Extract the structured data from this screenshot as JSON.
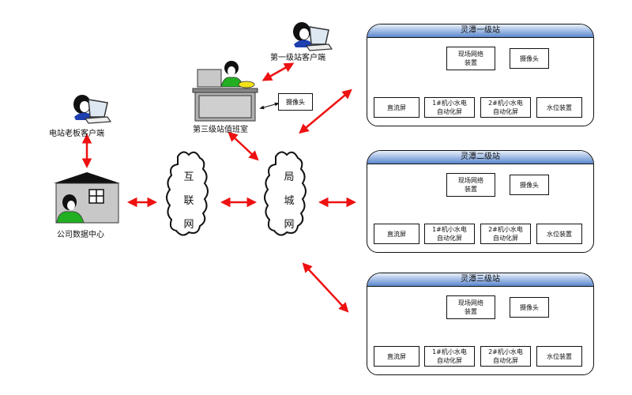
{
  "nodes": {
    "boss_client": "电站老板客户端",
    "data_center": "公司数据中心",
    "internet": [
      "互",
      "联",
      "网"
    ],
    "lan": [
      "局",
      "城",
      "网"
    ],
    "level1_client": "第一级站客户端",
    "level3_duty_room": "第三级站值班室",
    "duty_camera": "摄像头"
  },
  "stations": [
    {
      "title": "灵潭一级站",
      "network_device": [
        "现场网络",
        "装置"
      ],
      "camera": "摄像头",
      "devices": [
        [
          "直流屏"
        ],
        [
          "1#机小水电",
          "自动化屏"
        ],
        [
          "2#机小水电",
          "自动化屏"
        ],
        [
          "水位装置"
        ]
      ]
    },
    {
      "title": "灵潭二级站",
      "network_device": [
        "现场网络",
        "装置"
      ],
      "camera": "摄像头",
      "devices": [
        [
          "直流屏"
        ],
        [
          "1#机小水电",
          "自动化屏"
        ],
        [
          "2#机小水电",
          "自动化屏"
        ],
        [
          "水位装置"
        ]
      ]
    },
    {
      "title": "灵潭三级站",
      "network_device": [
        "现场网络",
        "装置"
      ],
      "camera": "摄像头",
      "devices": [
        [
          "直流屏"
        ],
        [
          "1#机小水电",
          "自动化屏"
        ],
        [
          "2#机小水电",
          "自动化屏"
        ],
        [
          "水位装置"
        ]
      ]
    }
  ],
  "colors": {
    "link_arrow": "#ee1111",
    "station_header": "#6d93d2",
    "person_shirt": "#22b022",
    "house_wall": "#c8c8c8",
    "desk": "#b0b0b0",
    "phone": "#f2e21a"
  }
}
